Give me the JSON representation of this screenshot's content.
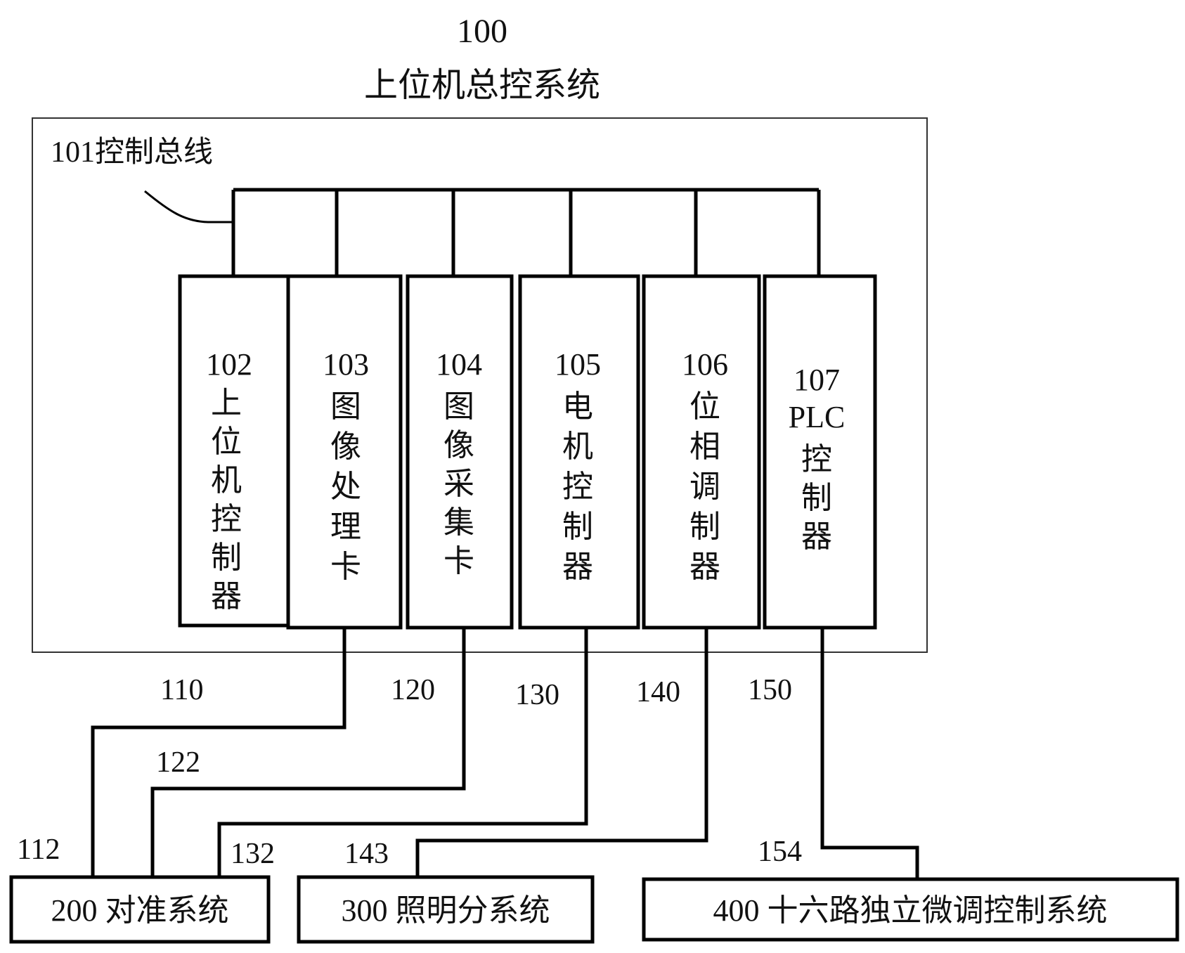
{
  "title": {
    "number": "100",
    "name": "上位机总控系统"
  },
  "bus": {
    "label": "101控制总线"
  },
  "modules": [
    {
      "id": "102",
      "chars": [
        "102",
        "上",
        "位",
        "机",
        "控",
        "制",
        "器"
      ]
    },
    {
      "id": "103",
      "chars": [
        "103",
        "图",
        "像",
        "处",
        "理",
        "卡"
      ]
    },
    {
      "id": "104",
      "chars": [
        "104",
        "图",
        "像",
        "采",
        "集",
        "卡"
      ]
    },
    {
      "id": "105",
      "chars": [
        "105",
        "电",
        "机",
        "控",
        "制",
        "器"
      ]
    },
    {
      "id": "106",
      "chars": [
        "106",
        "位",
        "相",
        "调",
        "制",
        "器"
      ]
    },
    {
      "id": "107",
      "chars": [
        "107",
        "PLC",
        "控",
        "制",
        "器"
      ]
    }
  ],
  "line_labels": [
    "110",
    "120",
    "130",
    "140",
    "150",
    "122",
    "112",
    "132",
    "143",
    "154"
  ],
  "systems": [
    {
      "label": "200 对准系统"
    },
    {
      "label": "300 照明分系统"
    },
    {
      "label": "400 十六路独立微调控制系统"
    }
  ],
  "colors": {
    "line": "#000000",
    "outer_frame": "#333333",
    "text": "#111111",
    "background": "#ffffff"
  }
}
